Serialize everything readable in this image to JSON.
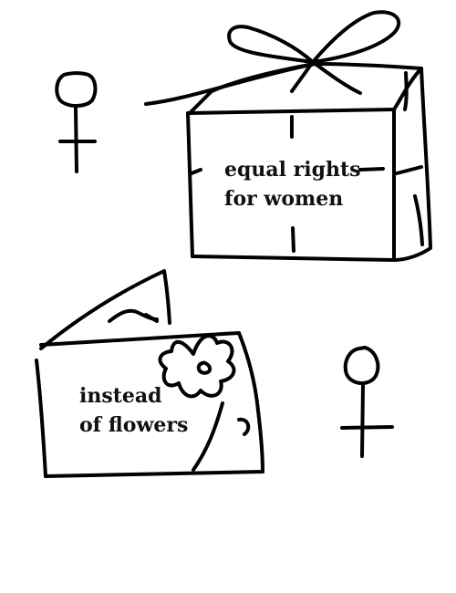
{
  "gift_top": {
    "line1": "equal rights",
    "line2": "for women"
  },
  "gift_bottom": {
    "line1": "instead",
    "line2": "of flowers"
  },
  "icons": {
    "left": "female-symbol-icon",
    "right": "female-symbol-icon",
    "flower": "flower-icon",
    "bow": "ribbon-bow-icon"
  },
  "colors": {
    "ink": "#000000",
    "background": "#ffffff"
  }
}
